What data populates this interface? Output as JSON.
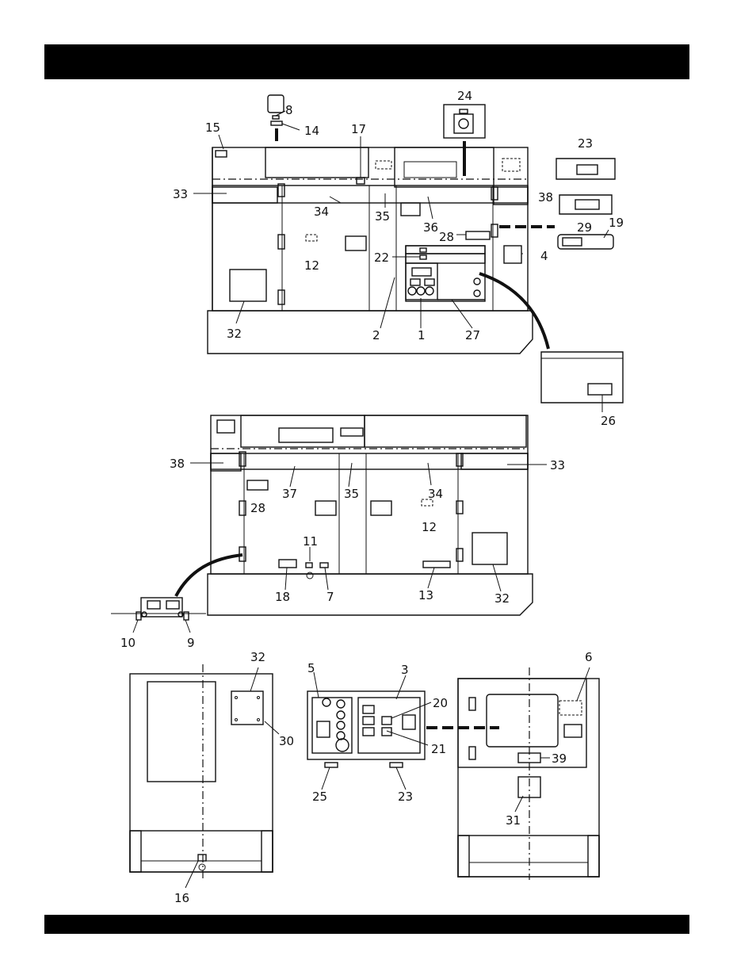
{
  "colors": {
    "bars": "#000000",
    "ink": "#111111",
    "paper": "#ffffff"
  },
  "labels": {
    "l1": "1",
    "l2": "2",
    "l3": "3",
    "l4": "4",
    "l5": "5",
    "l6": "6",
    "l7": "7",
    "l8": "8",
    "l9": "9",
    "l10": "10",
    "l11": "11",
    "l12": "12",
    "l13": "13",
    "l14": "14",
    "l15": "15",
    "l16": "16",
    "l17": "17",
    "l18": "18",
    "l19": "19",
    "l20": "20",
    "l21": "21",
    "l22": "22",
    "l23": "23",
    "l24": "24",
    "l25": "25",
    "l26": "26",
    "l27": "27",
    "l28": "28",
    "l29": "29",
    "l30": "30",
    "l31": "31",
    "l32": "32",
    "l33": "33",
    "l34": "34",
    "l35": "35",
    "l36": "36",
    "l37": "37",
    "l38": "38",
    "l39": "39"
  }
}
